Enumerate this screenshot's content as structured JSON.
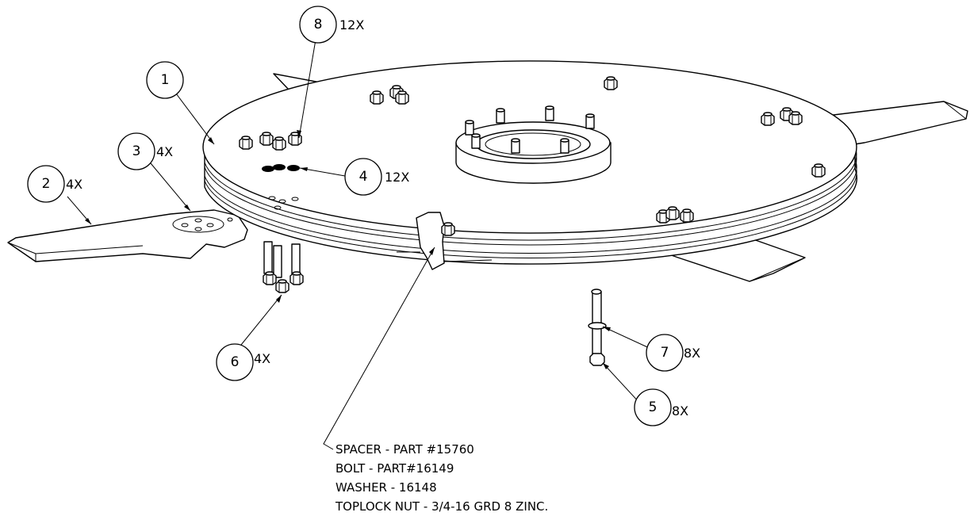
{
  "callouts": [
    {
      "number": "1",
      "qty": ""
    },
    {
      "number": "2",
      "qty": "4X"
    },
    {
      "number": "3",
      "qty": "4X"
    },
    {
      "number": "4",
      "qty": "12X"
    },
    {
      "number": "5",
      "qty": "8X"
    },
    {
      "number": "6",
      "qty": "4X"
    },
    {
      "number": "7",
      "qty": "8X"
    },
    {
      "number": "8",
      "qty": "12X"
    }
  ],
  "note_lines": [
    "SPACER - PART #15760",
    "BOLT - PART#16149",
    "WASHER - 16148",
    "TOPLOCK NUT - 3/4-16 GRD 8 ZINC."
  ]
}
